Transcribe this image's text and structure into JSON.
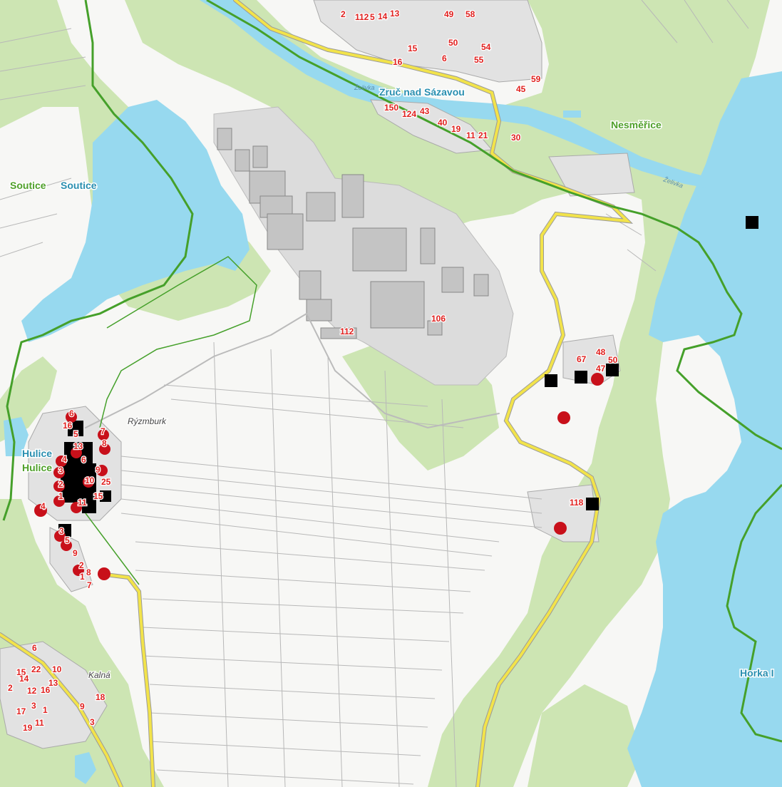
{
  "map": {
    "colors": {
      "water": "#97d9ef",
      "forest": "#cde5b3",
      "industrial": "#d6d6d6",
      "road": "#f2e34a",
      "boundary": "#45a02a",
      "marker_circle": "#c8101a",
      "marker_square": "#000000",
      "number_text": "#e0201e"
    },
    "place_labels": {
      "zruc": "Zruč nad Sázavou",
      "nesmerice": "Nesměřice",
      "soutice_green": "Soutice",
      "soutice_blue": "Soutice",
      "hulice_blue": "Hulice",
      "hulice_green": "Hulice",
      "horka": "Horka I"
    },
    "locality_labels": {
      "ryzmburk": "Rýzmburk",
      "kalna": "Kalná"
    },
    "water_labels": {
      "zelivka1": "Želivka",
      "zelivka2": "Želivka"
    },
    "house_numbers": {
      "z2": "2",
      "z112": "112",
      "z5": "5",
      "z14": "14",
      "z13": "13",
      "z49": "49",
      "z58": "58",
      "z15": "15",
      "z50": "50",
      "z54": "54",
      "z16": "16",
      "z6": "6",
      "z55": "55",
      "z59": "59",
      "z45": "45",
      "z150": "150",
      "z124": "124",
      "z43": "43",
      "z40": "40",
      "z19": "19",
      "z11": "11",
      "z21": "21",
      "z30": "30",
      "i106": "106",
      "i112": "112",
      "n48": "48",
      "n67": "67",
      "n50": "50",
      "n47": "47",
      "n118": "118",
      "h6a": "6",
      "h16": "16",
      "h5a": "5",
      "h7a": "7",
      "h8a": "8",
      "h13a": "13",
      "h4a": "4",
      "h6b": "6",
      "h3a": "3",
      "h9a": "9",
      "h2a": "2",
      "h10a": "10",
      "h25": "25",
      "h1a": "1",
      "h15": "15",
      "h11": "11",
      "h4b": "4",
      "h3b": "3",
      "h5b": "5",
      "h9b": "9",
      "h2b": "2",
      "h1b": "1",
      "h8b": "8",
      "h7b": "7",
      "k6": "6",
      "k15": "15",
      "k22": "22",
      "k10": "10",
      "k14": "14",
      "k13": "13",
      "k2": "2",
      "k12": "12",
      "k16": "16",
      "k18": "18",
      "k9": "9",
      "k3a": "3",
      "k17": "17",
      "k1": "1",
      "k3b": "3",
      "k19": "19",
      "k11": "11"
    }
  }
}
